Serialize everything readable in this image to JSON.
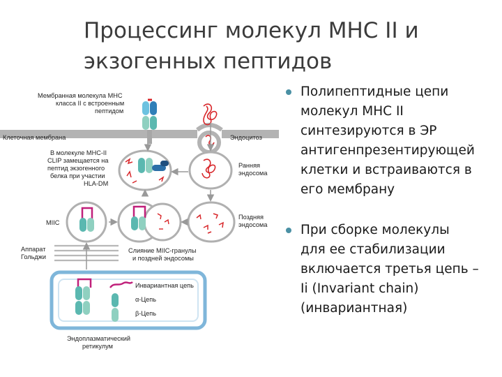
{
  "title_line1": "Процессинг молекул МНС II и",
  "title_line2": "экзогенных пептидов",
  "bullets": [
    {
      "lines": [
        "Полипептидные цепи",
        "молекул МНС II",
        "синтезируются в ЭР",
        "антигенпрезентирующей",
        "клетки и встраиваются в",
        "его мембрану"
      ]
    },
    {
      "lines": [
        "При сборке молекулы",
        "для ее стабилизации",
        "включается третья цепь –",
        "Ii (Invariant chain)",
        "(инвариантная)"
      ]
    }
  ],
  "diagram": {
    "membrane_mhc_label": [
      "Мембранная молекула МНС",
      "класса II с встроенным",
      "пептидом"
    ],
    "cell_membrane_label": "Клеточная мембрана",
    "endocytosis_label": "Эндоцитоз",
    "clip_label": [
      "В молекуле МНС-II",
      "CLIP замещается на",
      "пептид экзогенного",
      "белка при участии",
      "HLA-DM"
    ],
    "early_endosome_label": [
      "Ранняя",
      "эндосома"
    ],
    "miic_label": "MIIC",
    "late_endosome_label": [
      "Поздняя",
      "эндосома"
    ],
    "golgi_label": [
      "Аппарат",
      "Гольджи"
    ],
    "fusion_label": [
      "Слияние MIIC-гранулы",
      "и поздней эндосомы"
    ],
    "invariant_chain_label": "Инвариантная цепь",
    "alpha_chain_label": "α-Цепь",
    "beta_chain_label": "β-Цепь",
    "er_label": [
      "Эндоплазматический",
      "ретикулум"
    ]
  },
  "colors": {
    "alpha_chain": "#5bb8b0",
    "beta_chain": "#8fd0c0",
    "invariant_chain": "#c0207a",
    "peptide": "#d8262a",
    "membrane": "#a8a8a8",
    "er_border": "#7fb6da",
    "hla_dm": "#2c6fa8",
    "bullet": "#4a90a4"
  }
}
